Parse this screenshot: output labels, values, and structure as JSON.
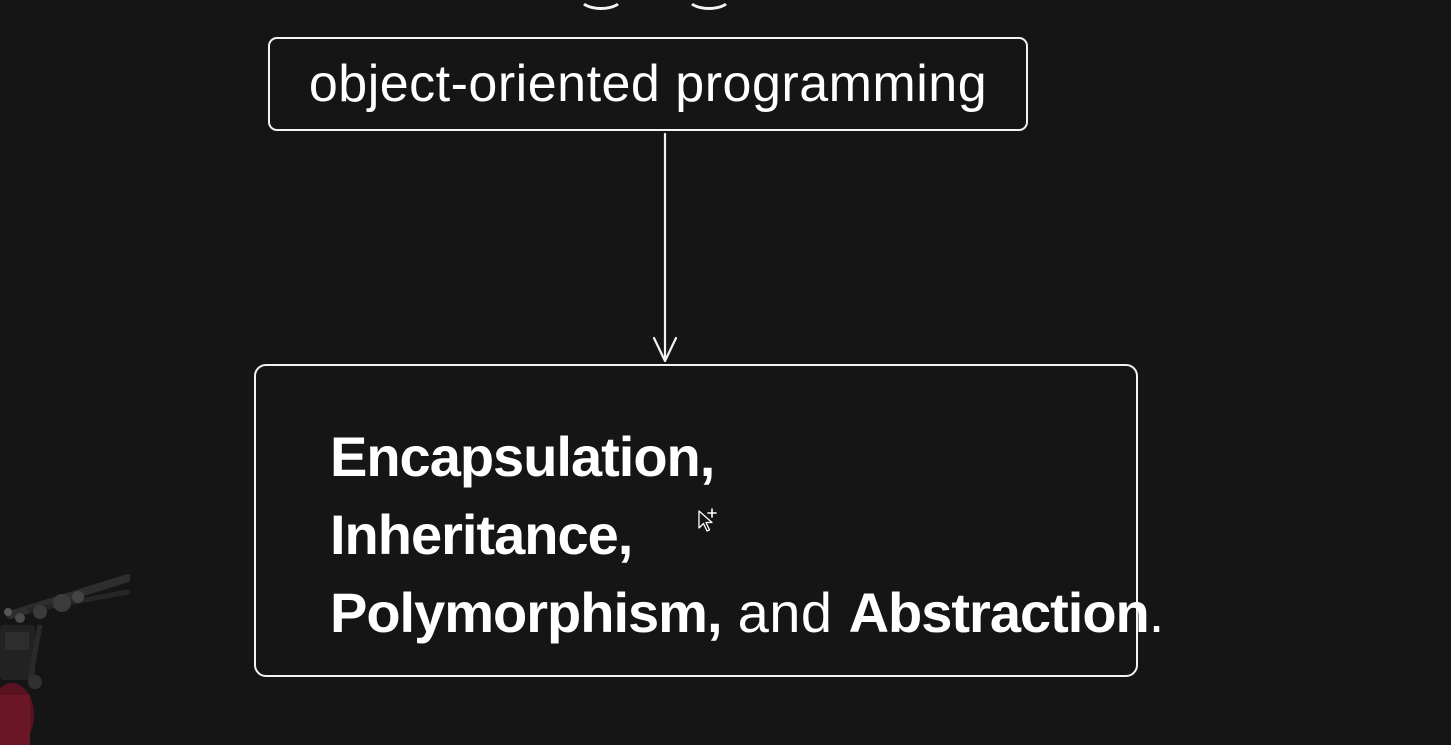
{
  "diagram": {
    "top_box": {
      "label": "object-oriented programming"
    },
    "bottom_box": {
      "line1": "Encapsulation,",
      "line2": "Inheritance,",
      "line3_part1": "Polymorphism,",
      "line3_part2": " and ",
      "line3_part3": "Abstraction",
      "line3_part4": "."
    }
  },
  "colors": {
    "background": "#151515",
    "stroke": "#f3f3f3",
    "text": "#ffffff"
  },
  "icons": {
    "cursor": "pointer-add-cursor-icon",
    "camera_rig": "camera-rig-image"
  }
}
